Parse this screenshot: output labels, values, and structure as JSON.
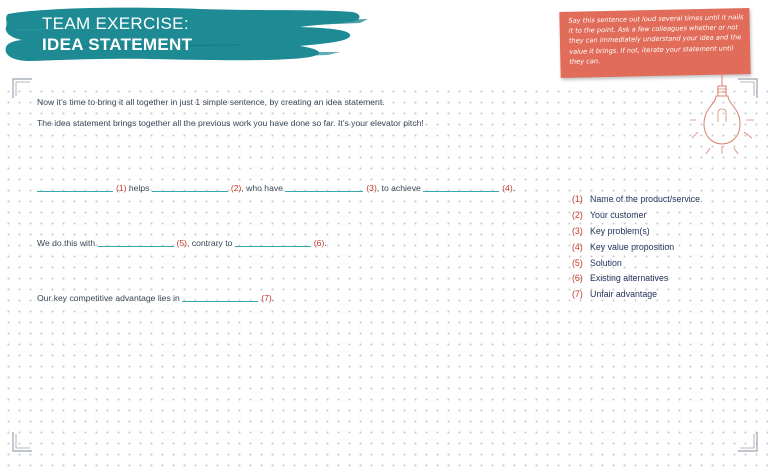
{
  "header": {
    "title_line1": "TEAM EXERCISE:",
    "title_line2": "IDEA STATEMENT"
  },
  "tip": {
    "text": "Say this sentence out loud several times until it nails it to the point. Ask a few colleagues whether or not they can immediately understand your idea and the value it brings. If not, iterate your statement until they can."
  },
  "intro": {
    "line1": "Now it’s time to bring it all together in just 1 simple sentence, by creating an idea statement.",
    "line2": "The idea statement brings together all the previous work you have done so far. It’s your elevator pitch!"
  },
  "sentence1": {
    "n1": "(1)",
    "t1": " helps ",
    "n2": "(2)",
    "t2": ", who have ",
    "n3": "(3)",
    "t3": ", to achieve ",
    "n4": "(4)",
    "t4": "."
  },
  "sentence2": {
    "t0": "We do this with ",
    "n5": "(5)",
    "t1": ", contrary to ",
    "n6": "(6)",
    "t2": "."
  },
  "sentence3": {
    "t0": "Our key competitive advantage lies in ",
    "n7": "(7)",
    "t1": "."
  },
  "legend": [
    {
      "num": "(1)",
      "label": "Name of the product/service"
    },
    {
      "num": "(2)",
      "label": "Your customer"
    },
    {
      "num": "(3)",
      "label": "Key problem(s)"
    },
    {
      "num": "(4)",
      "label": "Key value proposition"
    },
    {
      "num": "(5)",
      "label": "Solution"
    },
    {
      "num": "(6)",
      "label": "Existing alternatives"
    },
    {
      "num": "(7)",
      "label": "Unfair advantage"
    }
  ],
  "colors": {
    "brand_teal": "#1e8a93",
    "accent_coral": "#e06c59",
    "number_red": "#c0392b",
    "blank_line_teal": "#35a8b0"
  }
}
